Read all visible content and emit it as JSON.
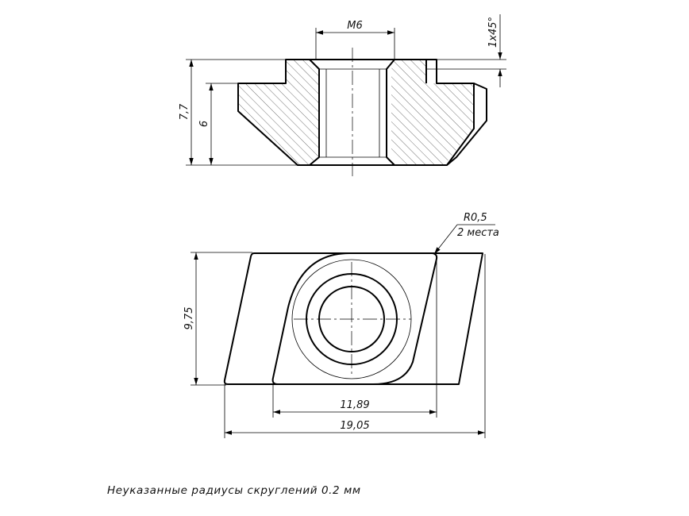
{
  "dimensions": {
    "thread": "M6",
    "chamfer": "1x45°",
    "total_height": "7,7",
    "flange_height": "6",
    "fillet": "R0,5",
    "fillet_count": "2 места",
    "width": "9,75",
    "inner_length": "11,89",
    "total_length": "19,05"
  },
  "note": "Неуказанные радиусы скруглений 0.2 мм"
}
